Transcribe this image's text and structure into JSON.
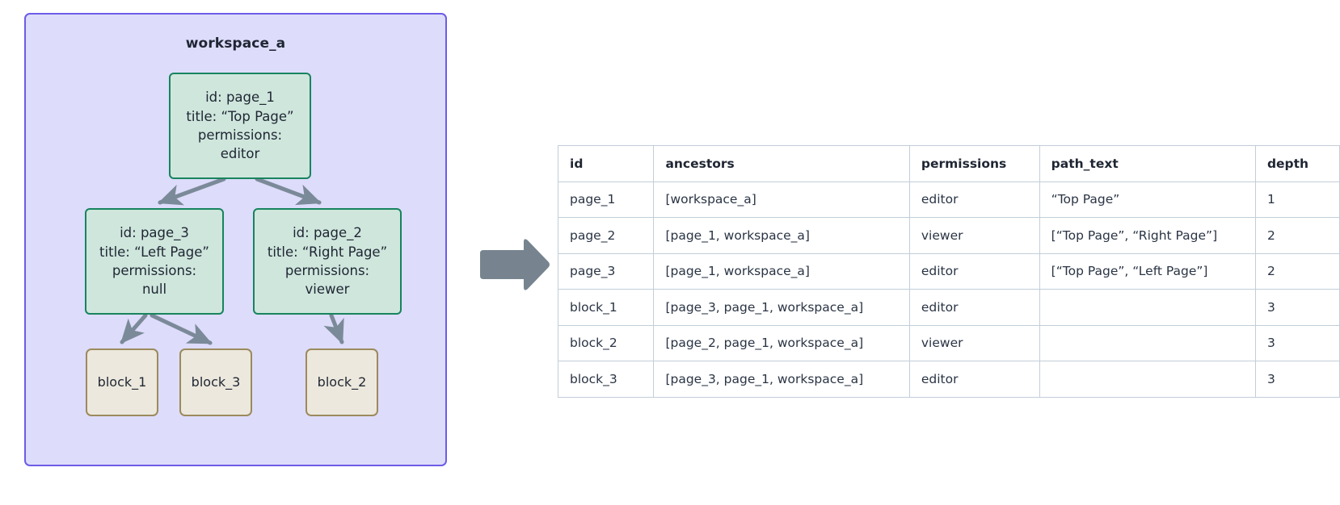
{
  "workspace": {
    "title": "workspace_a",
    "border_color": "#6c5ce7",
    "fill_color": "#dddcfa",
    "nodes": [
      {
        "key": "page_1",
        "kind": "page",
        "lines": [
          "id: page_1",
          "title: “Top Page”",
          "permissions:",
          "editor"
        ]
      },
      {
        "key": "page_3",
        "kind": "page",
        "lines": [
          "id: page_3",
          "title: “Left Page”",
          "permissions:",
          "null"
        ]
      },
      {
        "key": "page_2",
        "kind": "page",
        "lines": [
          "id: page_2",
          "title: “Right Page”",
          "permissions:",
          "viewer"
        ]
      },
      {
        "key": "block_1",
        "kind": "block",
        "lines": [
          "block_1"
        ]
      },
      {
        "key": "block_3",
        "kind": "block",
        "lines": [
          "block_3"
        ]
      },
      {
        "key": "block_2",
        "kind": "block",
        "lines": [
          "block_2"
        ]
      }
    ],
    "edges": [
      {
        "from": "page_1",
        "to": "page_3"
      },
      {
        "from": "page_1",
        "to": "page_2"
      },
      {
        "from": "page_3",
        "to": "block_1"
      },
      {
        "from": "page_3",
        "to": "block_3"
      },
      {
        "from": "page_2",
        "to": "block_2"
      }
    ],
    "node_colors": {
      "page_fill": "#cfe6dc",
      "page_border": "#17845e",
      "block_fill": "#ece8dd",
      "block_border": "#9c8a5e",
      "edge": "#7b8a99"
    }
  },
  "transition": {
    "icon": "right-block-arrow",
    "color": "#77848f"
  },
  "table": {
    "columns": [
      "id",
      "ancestors",
      "permissions",
      "path_text",
      "depth"
    ],
    "rows": [
      {
        "id": "page_1",
        "ancestors": "[workspace_a]",
        "permissions": "editor",
        "path_text": "“Top Page”",
        "depth": "1"
      },
      {
        "id": "page_2",
        "ancestors": "[page_1, workspace_a]",
        "permissions": "viewer",
        "path_text": "[“Top Page”, “Right Page”]",
        "depth": "2"
      },
      {
        "id": "page_3",
        "ancestors": "[page_1, workspace_a]",
        "permissions": "editor",
        "path_text": "[“Top Page”, “Left Page”]",
        "depth": "2"
      },
      {
        "id": "block_1",
        "ancestors": "[page_3, page_1, workspace_a]",
        "permissions": "editor",
        "path_text": "",
        "depth": "3"
      },
      {
        "id": "block_2",
        "ancestors": "[page_2, page_1, workspace_a]",
        "permissions": "viewer",
        "path_text": "",
        "depth": "3"
      },
      {
        "id": "block_3",
        "ancestors": "[page_3, page_1, workspace_a]",
        "permissions": "editor",
        "path_text": "",
        "depth": "3"
      }
    ],
    "border_color": "#c2ced9"
  }
}
